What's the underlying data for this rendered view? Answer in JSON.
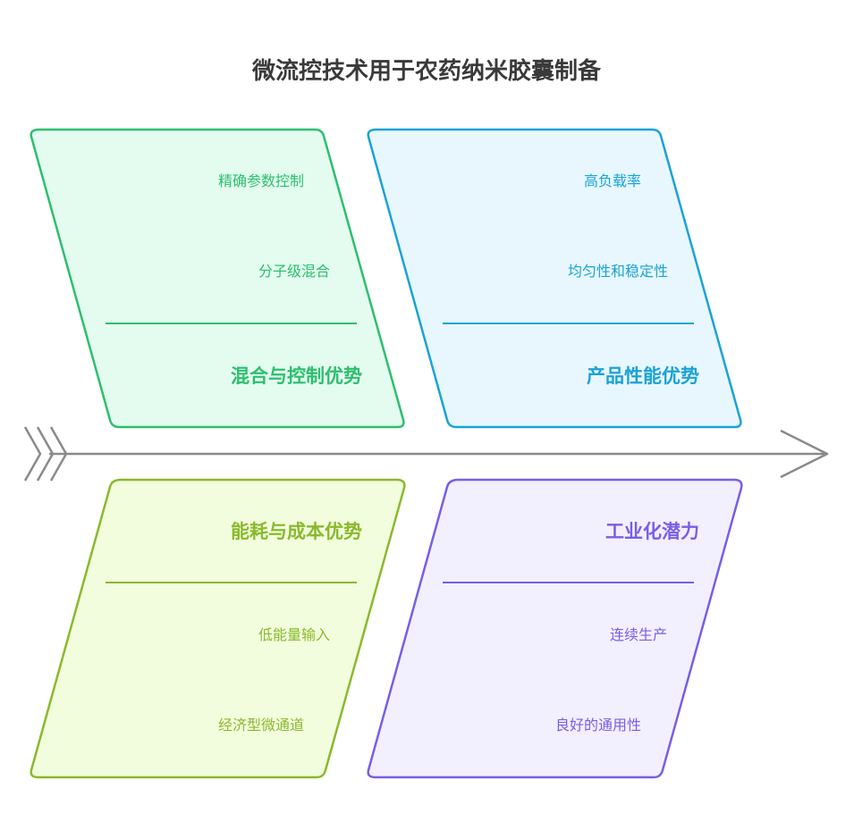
{
  "title": "微流控技术用于农药纳米胶囊制备",
  "categories": [
    {
      "heading": "混合与控制优势",
      "items": [
        "精确参数控制",
        "分子级混合"
      ],
      "color": "#2EBE6E",
      "fill": "#E3FCEF"
    },
    {
      "heading": "产品性能优势",
      "items": [
        "高负载率",
        "均匀性和稳定性"
      ],
      "color": "#1BA2D6",
      "fill": "#E7F7FD"
    },
    {
      "heading": "能耗与成本优势",
      "items": [
        "低能量输入",
        "经济型微通道"
      ],
      "color": "#8AB92D",
      "fill": "#F2FDDD"
    },
    {
      "heading": "工业化潜力",
      "items": [
        "连续生产",
        "良好的通用性"
      ],
      "color": "#7A5DE6",
      "fill": "#F2F0FE"
    }
  ],
  "spine_color": "#8a8a8a"
}
